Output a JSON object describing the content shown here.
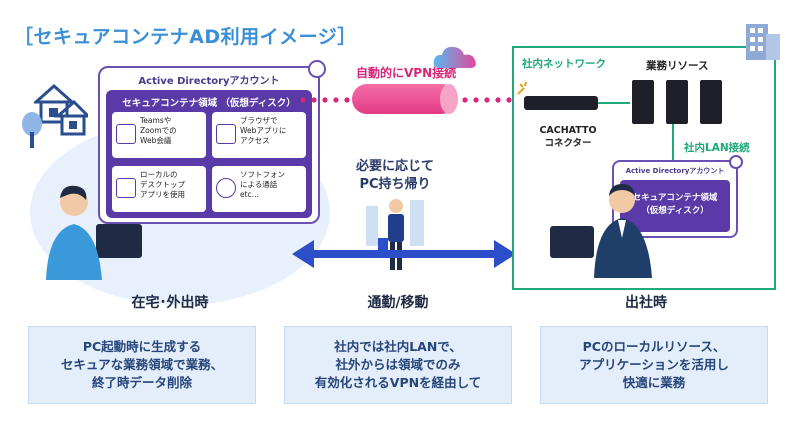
{
  "title": "［セキュアコンテナAD利用イメージ］",
  "left": {
    "ad_account_label": "Active Directoryアカウント",
    "secure_area_label": "セキュアコンテナ領域 （仮想ディスク）",
    "apps": [
      {
        "icon": "video-conference-icon",
        "text": "Teamsや\nZoomでの\nWeb会議"
      },
      {
        "icon": "browser-icon",
        "text": "ブラウザで\nWebアプリに\nアクセス"
      },
      {
        "icon": "desktop-app-icon",
        "text": "ローカルの\nデスクトップ\nアプリを使用"
      },
      {
        "icon": "headset-icon",
        "text": "ソフトフォン\nによる通話\netc..."
      }
    ],
    "scene_label": "在宅･外出時",
    "note": "PC起動時に生成する\nセキュアな業務領域で業務、\n終了時データ削除"
  },
  "middle": {
    "vpn_label": "自動的にVPN接続",
    "commute_caption": "必要に応じて\nPC持ち帰り",
    "scene_label": "通勤/移動",
    "note": "社内では社内LANで、\n社外からは領域でのみ\n有効化されるVPNを経由して"
  },
  "right": {
    "network_label": "社内ネットワーク",
    "resource_label": "業務リソース",
    "connector_label": "CACHATTO\nコネクター",
    "lan_label": "社内LAN接続",
    "ad_account_label": "Active Directoryアカウント",
    "secure_area_label": "セキュアコンテナ領域\n（仮想ディスク）",
    "scene_label": "出社時",
    "note": "PCのローカルリソース、\nアプリケーションを活用し\n快適に業務"
  },
  "colors": {
    "title": "#3a8fd6",
    "purple": "#5a3aa6",
    "pink": "#e23a86",
    "green": "#1fa87a",
    "arrow": "#2c4fc9",
    "note_bg": "#e4eefb"
  }
}
